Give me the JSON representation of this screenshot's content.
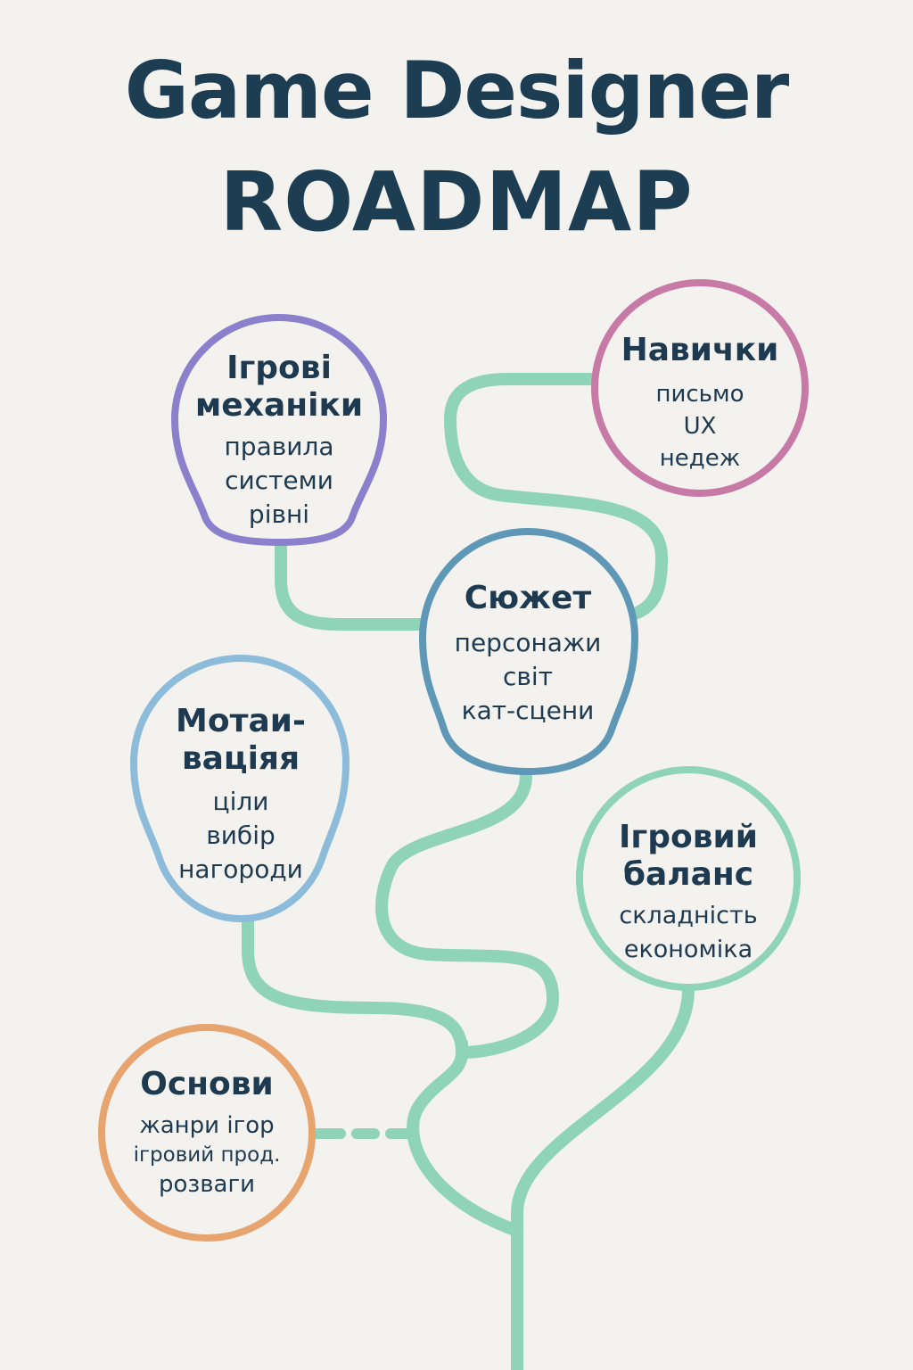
{
  "title": {
    "line1": "Game Designer",
    "line2": "ROADMAP"
  },
  "colors": {
    "background": "#f4f2ee",
    "path": "#8fd3b8",
    "text": "#1e3a50",
    "mechanics": "#8a80cc",
    "skills": "#c77aa6",
    "plot": "#5e98b6",
    "motivation": "#8dbcda",
    "balance": "#8fd3b8",
    "basics": "#e8a46f"
  },
  "nodes": {
    "mechanics": {
      "title1": "Ігрові",
      "title2": "механіки",
      "items": [
        "правила",
        "системи",
        "рівні"
      ]
    },
    "skills": {
      "title": "Навички",
      "items": [
        "письмо",
        "UX",
        "недеж"
      ]
    },
    "plot": {
      "title": "Сюжет",
      "items": [
        "персонажи",
        "світ",
        "кат-сцени"
      ]
    },
    "motivation": {
      "title1": "Мотаи-",
      "title2": "ваціяя",
      "items": [
        "ціли",
        "вибір",
        "нагороди"
      ]
    },
    "balance": {
      "title1": "Ігровий",
      "title2": "баланс",
      "items": [
        "складність",
        "економіка"
      ]
    },
    "basics": {
      "title": "Основи",
      "items": [
        "жанри ігор",
        "ігровий прод.",
        "розваги"
      ]
    }
  }
}
